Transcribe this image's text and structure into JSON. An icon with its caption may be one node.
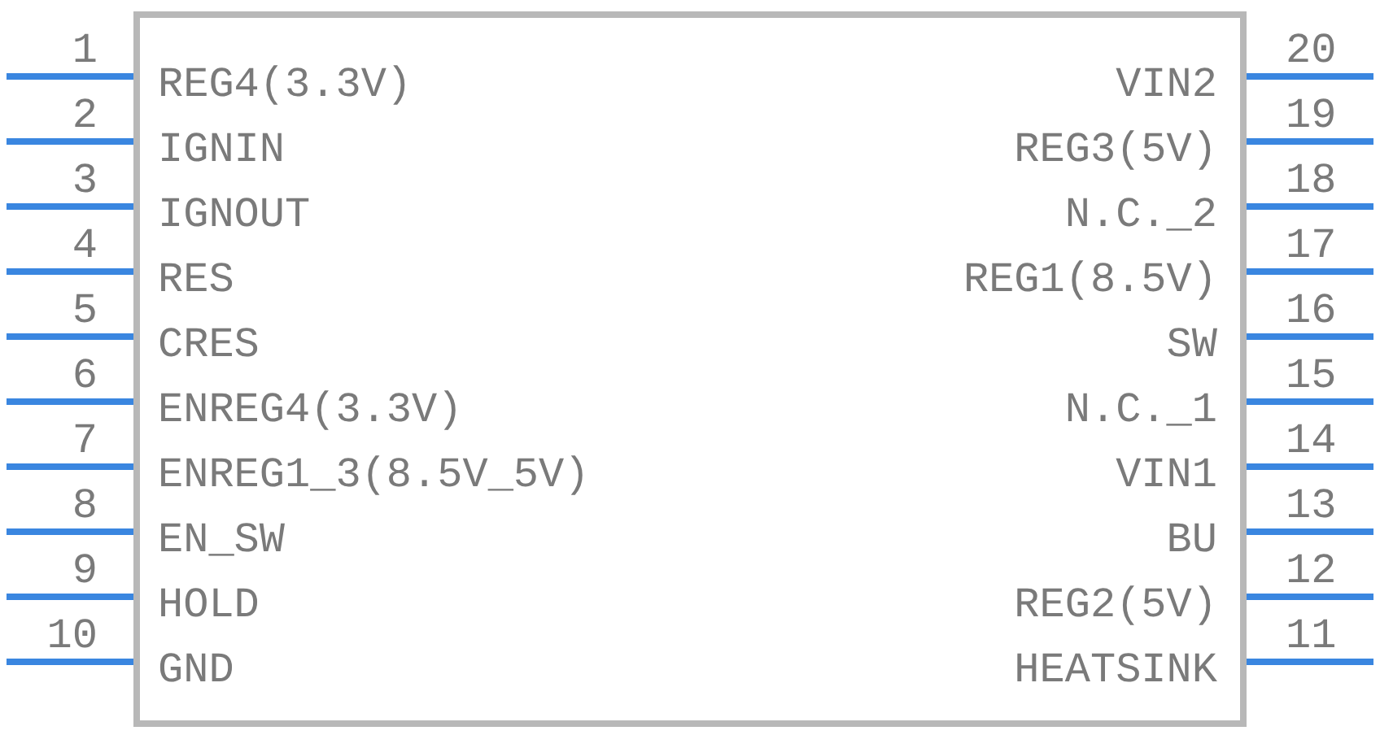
{
  "diagram": {
    "nodes": [
      {
        "text": [],
        "shape": "box"
      }
    ],
    "labels": [
      "1",
      "REG4(3.3V)",
      "VIN2",
      "20",
      "2",
      "IGNIN",
      "REG3(5V)",
      "19",
      "3",
      "IGNOUT",
      "N.C._2",
      "18",
      "4",
      "RES",
      "REG1(8.5V)",
      "17",
      "5",
      "CRES",
      "SW",
      "16",
      "6",
      "ENREG4(3.3V)",
      "N.C._1",
      "15",
      "7",
      "ENREG1_3(8.5V_5V)",
      "VIN1",
      "14",
      "8",
      "EN_SW",
      "BU",
      "13",
      "9",
      "HOLD",
      "REG2(5V)",
      "12",
      "10",
      "GND",
      "HEATSINK",
      "11"
    ]
  }
}
